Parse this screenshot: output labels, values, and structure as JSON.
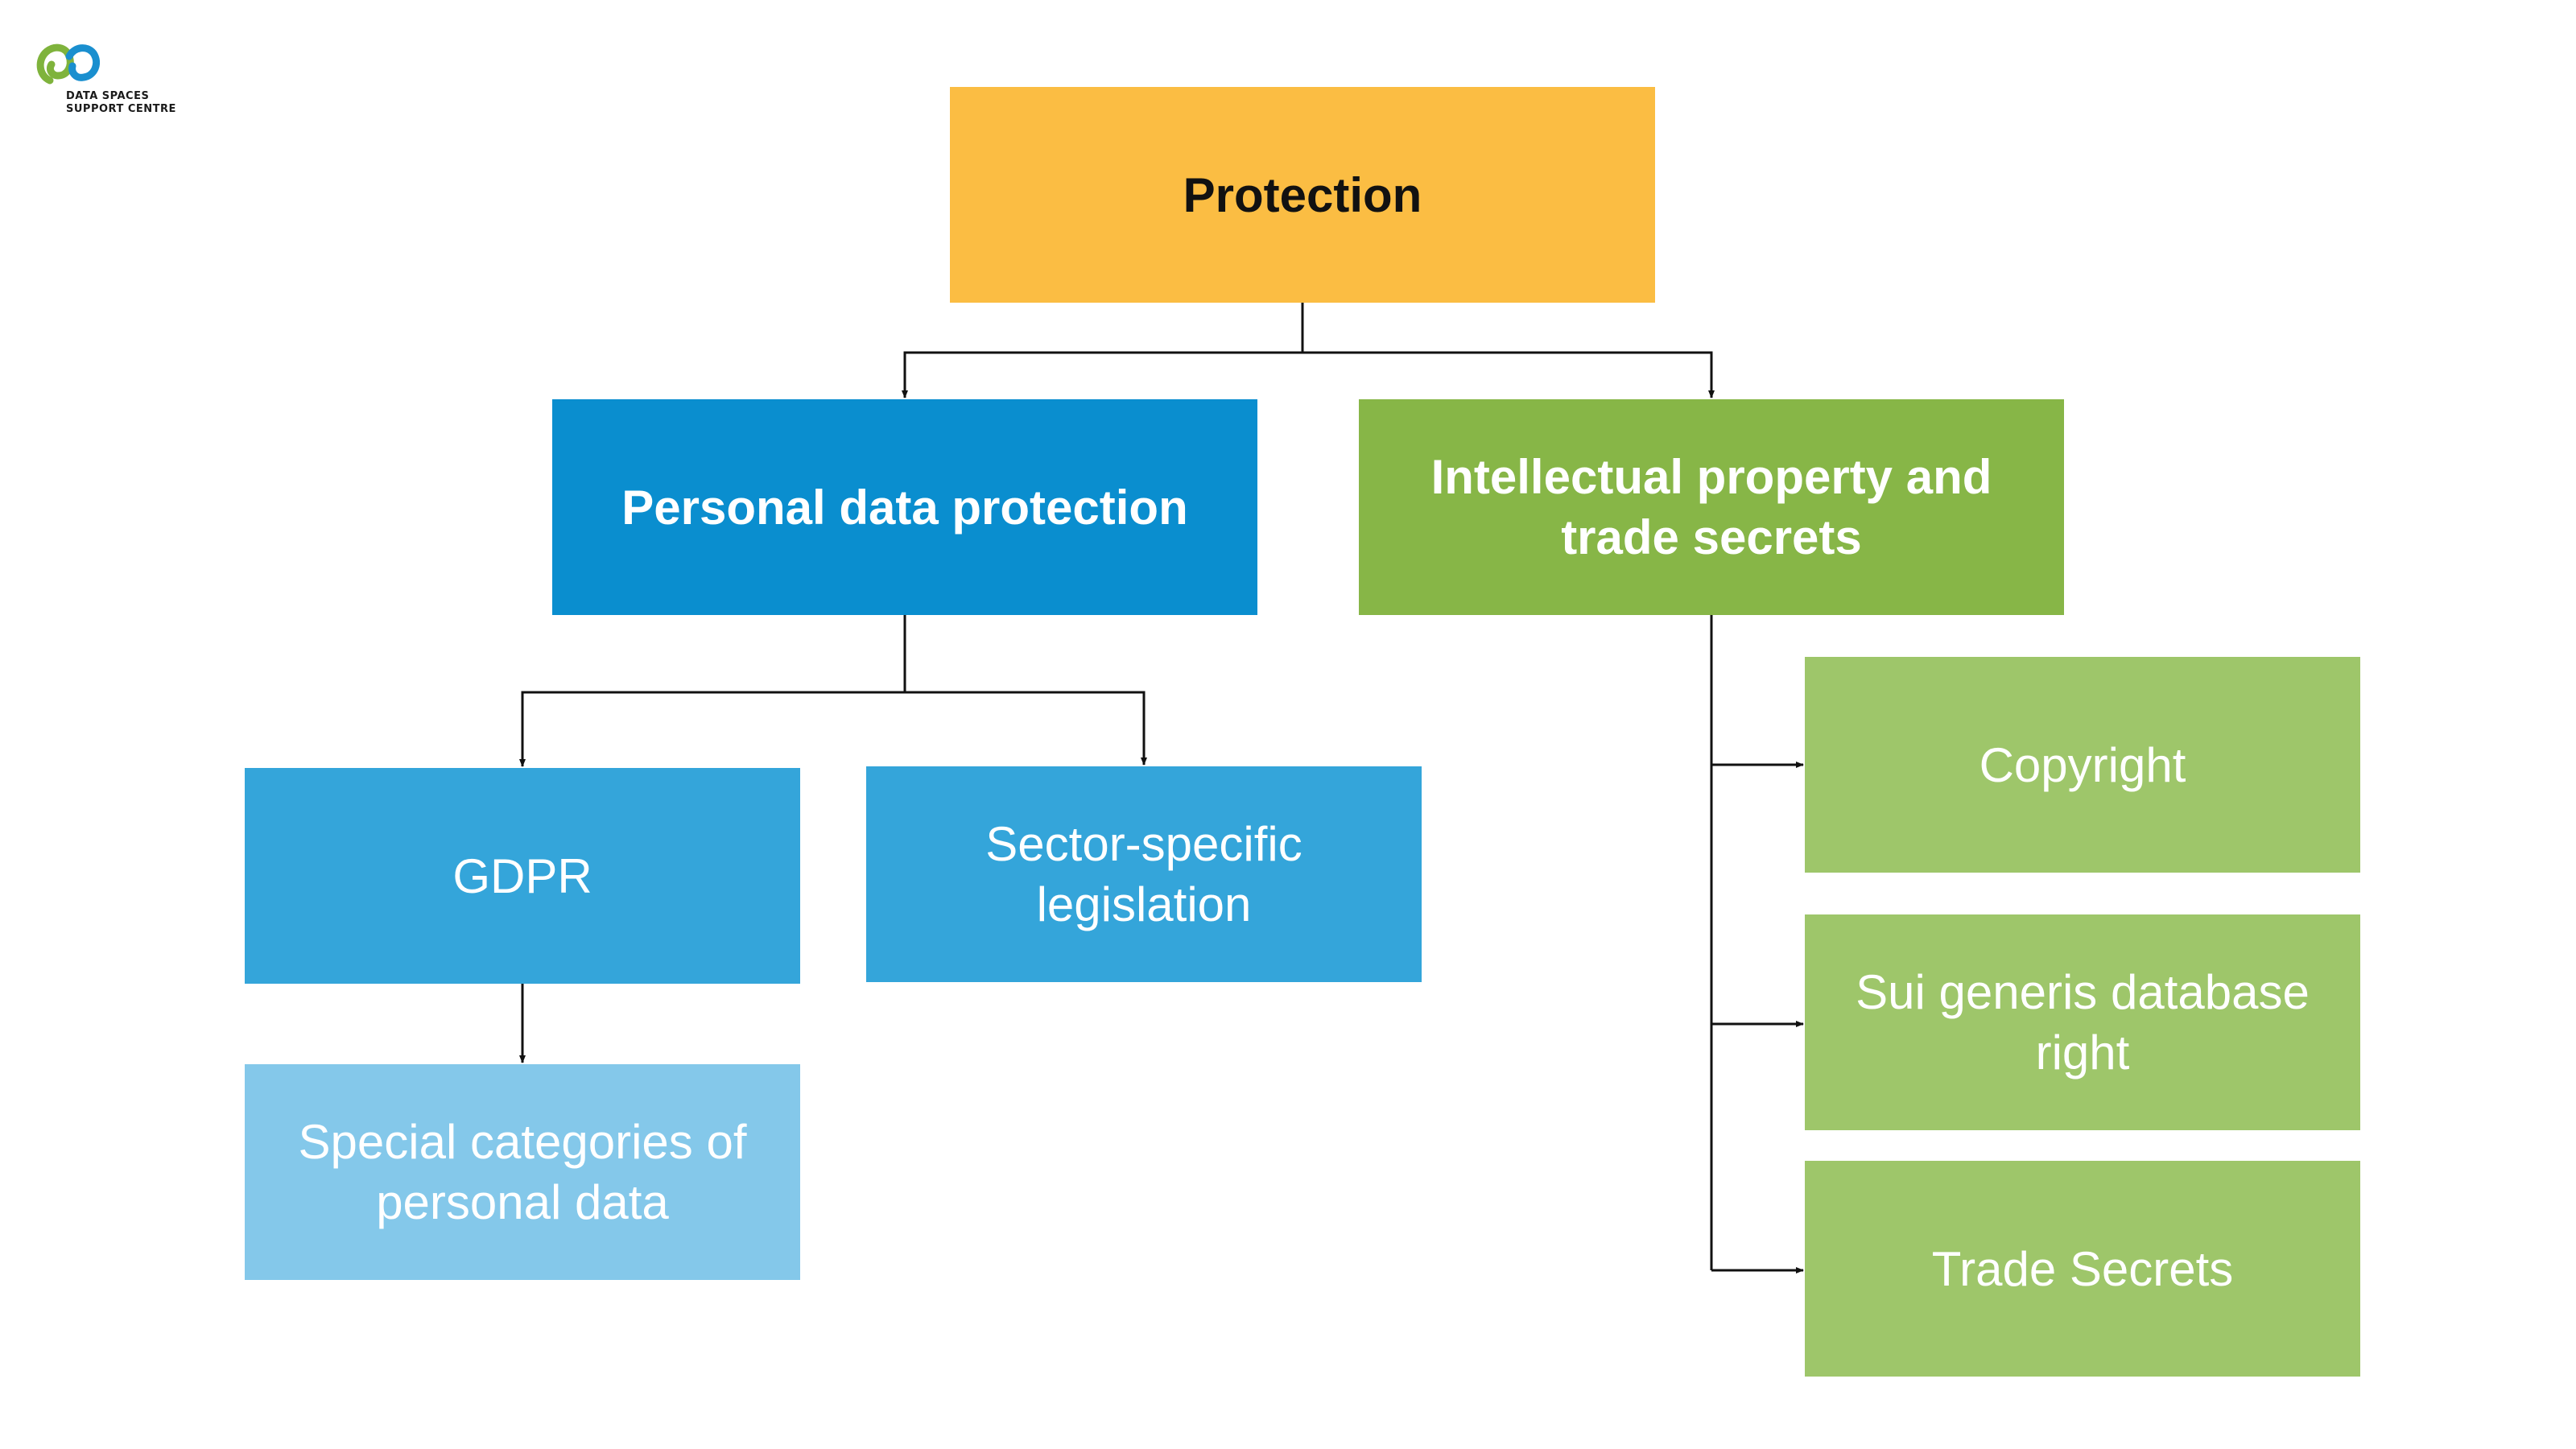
{
  "logo": {
    "line1": "DATA SPACES",
    "line2": "SUPPORT CENTRE",
    "colors": {
      "green": "#7fb33c",
      "blue": "#1a8fcf"
    }
  },
  "diagram": {
    "root": {
      "label": "Protection",
      "color": "#fbbd43"
    },
    "personal": {
      "label": "Personal data protection",
      "color": "#0a8ecf"
    },
    "ip": {
      "line1": "Intellectual property and",
      "line2": "trade secrets",
      "color": "#87b647"
    },
    "gdpr": {
      "label": "GDPR",
      "color": "#34a5da"
    },
    "sector": {
      "line1": "Sector-specific",
      "line2": "legislation",
      "color": "#34a5da"
    },
    "special": {
      "line1": "Special categories of",
      "line2": "personal data",
      "color": "#84c8ea"
    },
    "copyright": {
      "label": "Copyright",
      "color": "#9ec66a"
    },
    "suigeneris": {
      "line1": "Sui generis database",
      "line2": "right",
      "color": "#9ec66a"
    },
    "trade": {
      "label": "Trade Secrets",
      "color": "#9ec66a"
    }
  }
}
